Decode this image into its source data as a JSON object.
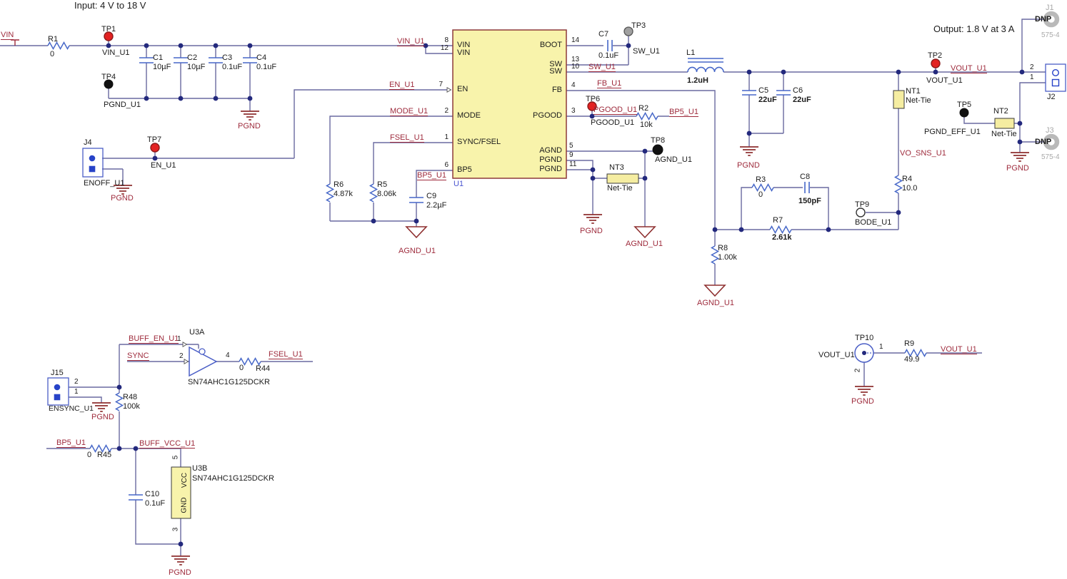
{
  "notes": {
    "input": "Input: 4 V to 18 V",
    "output": "Output: 1.8 V at 3 A"
  },
  "nets": {
    "vin": "VIN",
    "vin_u1": "VIN_U1",
    "pgnd": "PGND",
    "pgnd_u1": "PGND_U1",
    "agnd_u1": "AGND_U1",
    "en_u1": "EN_U1",
    "enoff_u1": "ENOFF_U1",
    "mode_u1": "MODE_U1",
    "fsel_u1": "FSEL_U1",
    "bp5_u1": "BP5_U1",
    "sw_u1": "SW_U1",
    "fb_u1": "FB_U1",
    "pgood_u1": "PGOOD_U1",
    "vout_u1": "VOUT_U1",
    "vo_sns_u1": "VO_SNS_U1",
    "bode_u1": "BODE_U1",
    "pgnd_eff_u1": "PGND_EFF_U1",
    "ensync_u1": "ENSYNC_U1",
    "buff_en_u1": "BUFF_EN_U1",
    "sync": "SYNC",
    "buff_vcc_u1": "BUFF_VCC_U1"
  },
  "parts": {
    "r1": {
      "r": "R1",
      "v": "0"
    },
    "r2": {
      "r": "R2",
      "v": "10k"
    },
    "r3": {
      "r": "R3",
      "v": "0"
    },
    "r4": {
      "r": "R4",
      "v": "10.0"
    },
    "r5": {
      "r": "R5",
      "v": "8.06k"
    },
    "r6": {
      "r": "R6",
      "v": "4.87k"
    },
    "r7": {
      "r": "R7",
      "v": "2.61k"
    },
    "r8": {
      "r": "R8",
      "v": "1.00k"
    },
    "r9": {
      "r": "R9",
      "v": "49.9"
    },
    "r44": {
      "r": "R44",
      "v": "0"
    },
    "r45": {
      "r": "R45",
      "v": "0"
    },
    "r48": {
      "r": "R48",
      "v": "100k"
    },
    "c1": {
      "r": "C1",
      "v": "10µF"
    },
    "c2": {
      "r": "C2",
      "v": "10µF"
    },
    "c3": {
      "r": "C3",
      "v": "0.1uF"
    },
    "c4": {
      "r": "C4",
      "v": "0.1uF"
    },
    "c5": {
      "r": "C5",
      "v": "22uF"
    },
    "c6": {
      "r": "C6",
      "v": "22uF"
    },
    "c7": {
      "r": "C7",
      "v": "0.1uF"
    },
    "c8": {
      "r": "C8",
      "v": "150pF"
    },
    "c9": {
      "r": "C9",
      "v": "2.2µF"
    },
    "c10": {
      "r": "C10",
      "v": "0.1uF"
    },
    "l1": {
      "r": "L1",
      "v": "1.2uH"
    }
  },
  "ic": {
    "ref": "U1",
    "pins": {
      "p8": {
        "n": "8",
        "name": "VIN"
      },
      "p12": {
        "n": "12",
        "name": "VIN"
      },
      "p7": {
        "n": "7",
        "name": "EN"
      },
      "p2": {
        "n": "2",
        "name": "MODE"
      },
      "p1": {
        "n": "1",
        "name": "SYNC/FSEL"
      },
      "p6": {
        "n": "6",
        "name": "BP5"
      },
      "p14": {
        "n": "14",
        "name": "BOOT"
      },
      "p13": {
        "n": "13",
        "name": "SW"
      },
      "p10": {
        "n": "10",
        "name": "SW"
      },
      "p4": {
        "n": "4",
        "name": "FB"
      },
      "p3": {
        "n": "3",
        "name": "PGOOD"
      },
      "p5": {
        "n": "5",
        "name": "AGND"
      },
      "p9": {
        "n": "9",
        "name": "PGND"
      },
      "p11": {
        "n": "11",
        "name": "PGND"
      }
    }
  },
  "u3": {
    "a": "U3A",
    "b": "U3B",
    "part": "SN74AHC1G125DCKR",
    "vcc": "VCC",
    "gnd": "GND",
    "p1": "1",
    "p2": "2",
    "p3": "3",
    "p4": "4",
    "p5": "5"
  },
  "tps": {
    "tp1": "TP1",
    "tp2": "TP2",
    "tp3": "TP3",
    "tp4": "TP4",
    "tp5": "TP5",
    "tp6": "TP6",
    "tp7": "TP7",
    "tp8": "TP8",
    "tp9": "TP9",
    "tp10": "TP10"
  },
  "conn": {
    "j1": "J1",
    "j2": "J2",
    "j3": "J3",
    "j4": "J4",
    "j15": "J15",
    "dnp": "DNP",
    "pn": "575-4",
    "p1": "1",
    "p2": "2"
  },
  "nt": {
    "nt1": "NT1",
    "nt2": "NT2",
    "nt3": "NT3",
    "label": "Net-Tie"
  },
  "colors": {
    "wire": "#6a6aa0",
    "component": "#4667c8",
    "net_label": "#9e2b3c",
    "ground": "#8e2f2f",
    "ic_fill": "#f8f3ab",
    "junction": "#23297d",
    "tp_red": "#e32222",
    "tp_gray": "#a0a0a0",
    "tp_black": "#111111"
  }
}
